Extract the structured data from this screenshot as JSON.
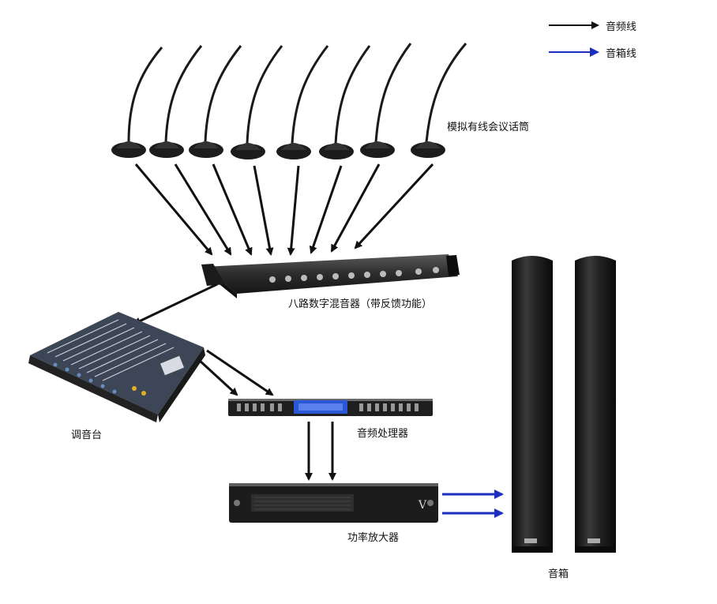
{
  "legend": {
    "audio_line": "音频线",
    "speaker_line": "音箱线"
  },
  "labels": {
    "microphones": "模拟有线会议话筒",
    "mixer8": "八路数字混音器（带反馈功能）",
    "console": "调音台",
    "processor": "音频处理器",
    "amplifier": "功率放大器",
    "speakers": "音箱"
  },
  "colors": {
    "audio_line": "#111111",
    "speaker_line": "#1a2fbf"
  }
}
